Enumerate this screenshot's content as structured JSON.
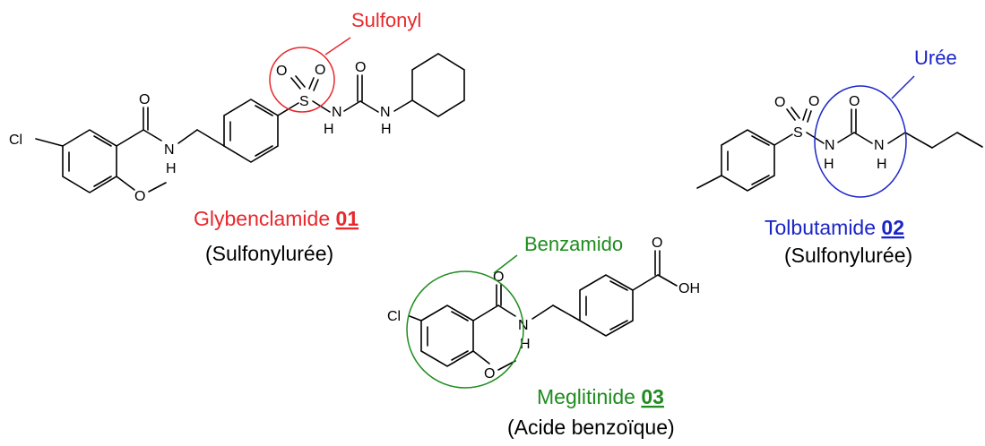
{
  "colors": {
    "red": "#e8282c",
    "blue": "#1a24c8",
    "green": "#1e8c1e",
    "black": "#000000"
  },
  "atoms": {
    "cl": "Cl",
    "o": "O",
    "n": "N",
    "h": "H",
    "s": "S",
    "oh": "OH"
  },
  "tags": {
    "sulfonyl": "Sulfonyl",
    "uree": "Urée",
    "benzamido": "Benzamido"
  },
  "compounds": {
    "glybenclamide": {
      "name": "Glybenclamide ",
      "number": "01",
      "class": "(Sulfonylurée)"
    },
    "tolbutamide": {
      "name": "Tolbutamide ",
      "number": "02",
      "class": "(Sulfonylurée)"
    },
    "meglitinide": {
      "name": "Meglitinide ",
      "number": "03",
      "class": "(Acide benzoïque)"
    }
  }
}
